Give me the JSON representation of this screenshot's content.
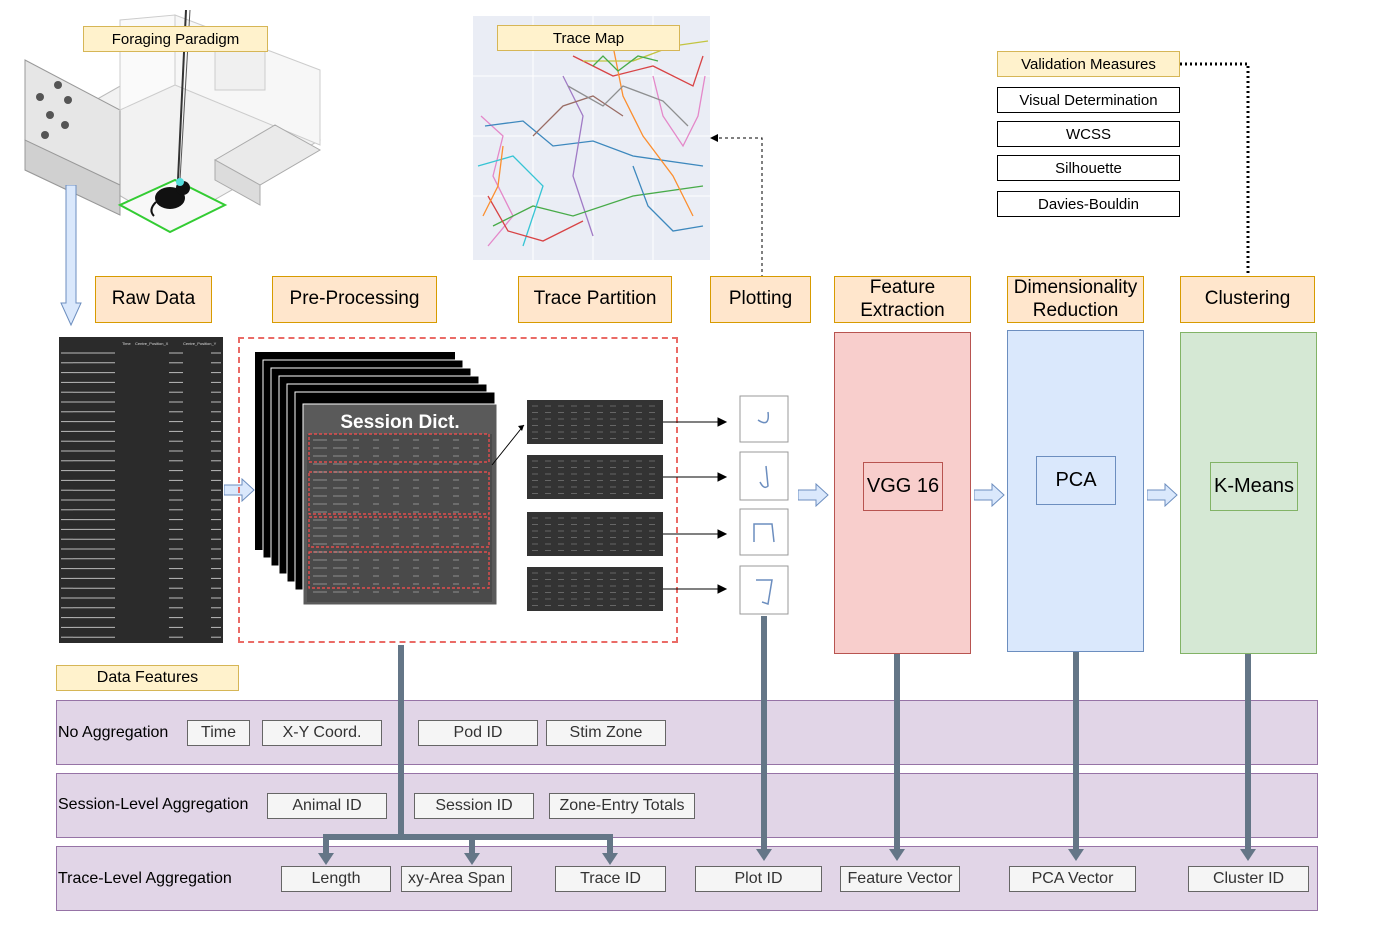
{
  "labels": {
    "foraging": "Foraging Paradigm",
    "trace_map": "Trace Map",
    "validation": "Validation Measures",
    "data_features": "Data Features"
  },
  "validation_items": [
    "Visual Determination",
    "WCSS",
    "Silhouette",
    "Davies-Bouldin"
  ],
  "stages": {
    "raw_data": "Raw Data",
    "pre_processing": "Pre-Processing",
    "trace_partition": "Trace Partition",
    "plotting": "Plotting",
    "feature_extraction": "Feature Extraction",
    "dim_reduction": "Dimensionality Reduction",
    "clustering": "Clustering"
  },
  "methods": {
    "vgg": "VGG 16",
    "pca": "PCA",
    "kmeans": "K-Means"
  },
  "session_dict": "Session Dict.",
  "raw_table": {
    "headers": [
      "Time",
      "Centre_Position_X",
      "Centre_Position_Y"
    ]
  },
  "lanes": {
    "no_agg": {
      "label": "No Aggregation",
      "tags": [
        "Time",
        "X-Y Coord.",
        "Pod ID",
        "Stim Zone"
      ]
    },
    "session_agg": {
      "label": "Session-Level Aggregation",
      "tags": [
        "Animal ID",
        "Session ID",
        "Zone-Entry Totals"
      ]
    },
    "trace_agg": {
      "label": "Trace-Level Aggregation",
      "tags": [
        "Length",
        "xy-Area Span",
        "Trace ID",
        "Plot ID",
        "Feature Vector",
        "PCA Vector",
        "Cluster ID"
      ]
    }
  },
  "colors": {
    "orange_fill": "#ffe6cc",
    "yellow_fill": "#fff2cc",
    "red_fill": "#f8cecc",
    "blue_fill": "#dae8fc",
    "green_fill": "#d5e8d4",
    "lane_fill": "#e1d5e7",
    "connector": "#647687"
  }
}
